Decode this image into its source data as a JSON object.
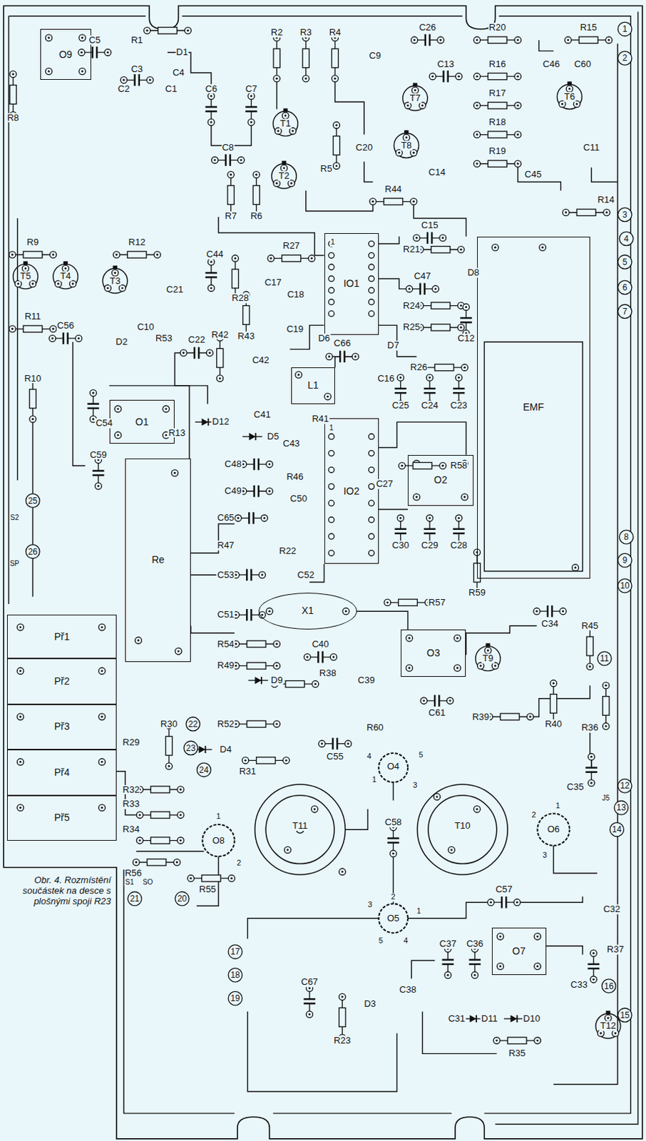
{
  "diagram": {
    "caption": "Obr. 4. Rozmístění součástek na desce s plošnými spoji R23",
    "nodes": [
      {
        "text": [
          "O9"
        ]
      },
      {
        "text": [
          "IO1"
        ]
      },
      {
        "text": [
          "EMF"
        ]
      },
      {
        "text": [
          "L1"
        ]
      },
      {
        "text": [
          "O1"
        ]
      },
      {
        "text": [
          "IO2"
        ]
      },
      {
        "text": [
          "O2"
        ]
      },
      {
        "text": [
          "Re"
        ]
      },
      {
        "text": [
          "X1"
        ]
      },
      {
        "text": [
          "O3"
        ]
      },
      {
        "text": [
          "Př1"
        ]
      },
      {
        "text": [
          "Př2"
        ]
      },
      {
        "text": [
          "Př3"
        ]
      },
      {
        "text": [
          "Př4"
        ]
      },
      {
        "text": [
          "Př5"
        ]
      },
      {
        "text": [
          "O7"
        ]
      }
    ],
    "labels": [
      "R8",
      "C5",
      "R1",
      "D1",
      "C3",
      "C4",
      "C2",
      "C1",
      "C6",
      "C7",
      "R2",
      "R3",
      "R4",
      "C9",
      "C8",
      "T1",
      "T2",
      "R5",
      "C20",
      "R7",
      "R6",
      "C26",
      "R20",
      "R15",
      "C13",
      "R16",
      "C46",
      "C60",
      "T7",
      "T6",
      "R17",
      "R18",
      "R19",
      "T8",
      "C14",
      "C45",
      "C11",
      "R44",
      "R14",
      "C15",
      "R21",
      "C47",
      "D8",
      "R24",
      "R25",
      "C12",
      "D7",
      "R26",
      "C25",
      "C24",
      "C23",
      "C66",
      "C16",
      "R27",
      "C17",
      "C18",
      "C19",
      "D6",
      "C44",
      "R28",
      "R42",
      "R43",
      "C42",
      "C22",
      "R53",
      "D2",
      "C10",
      "C21",
      "R9",
      "R12",
      "T5",
      "T4",
      "T3",
      "R11",
      "C56",
      "R10",
      "C54",
      "R13",
      "C59",
      "D12",
      "C41",
      "D5",
      "R41",
      "C43",
      "C48",
      "R46",
      "C49",
      "C50",
      "C65",
      "R47",
      "R22",
      "C52",
      "C53",
      "C51",
      "R54",
      "R49",
      "D9",
      "C40",
      "R38",
      "C39",
      "C27",
      "R58",
      "C30",
      "C29",
      "C28",
      "R57",
      "R59",
      "T9",
      "C34",
      "R45",
      "C61",
      "R39",
      "R40",
      "R36",
      "R52",
      "C55",
      "R60",
      "O4",
      "T11",
      "T10",
      "C58",
      "O5",
      "O8",
      "O6",
      "R30",
      "R29",
      "D4",
      "R31",
      "R32",
      "R33",
      "R34",
      "R56",
      "R55",
      "C35",
      "C57",
      "C32",
      "R37",
      "C33",
      "C37",
      "C36",
      "C38",
      "C67",
      "R23",
      "D3",
      "C31",
      "D11",
      "D10",
      "R35",
      "T12",
      "1",
      "2",
      "3",
      "4",
      "5",
      "6",
      "7",
      "8",
      "9",
      "10",
      "11",
      "12",
      "13",
      "14",
      "16",
      "15",
      "25",
      "26",
      "22",
      "23",
      "24",
      "21",
      "20",
      "17",
      "18",
      "19",
      "1",
      "1",
      "4",
      "5",
      "1",
      "3",
      "2",
      "3",
      "1",
      "5",
      "4",
      "1",
      "2",
      "1",
      "2",
      "3",
      "S2",
      "SP",
      "S1",
      "SO",
      "J5"
    ]
  }
}
